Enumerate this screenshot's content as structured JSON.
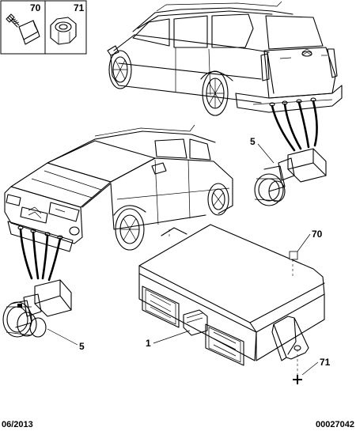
{
  "callouts": {
    "part_70_top": "70",
    "part_71_top": "71",
    "part_5_rear": "5",
    "part_5_front": "5",
    "part_70_ecu": "70",
    "part_1": "1",
    "part_71_ecu": "71"
  },
  "footer": {
    "date": "06/2013",
    "reference": "00027042"
  }
}
